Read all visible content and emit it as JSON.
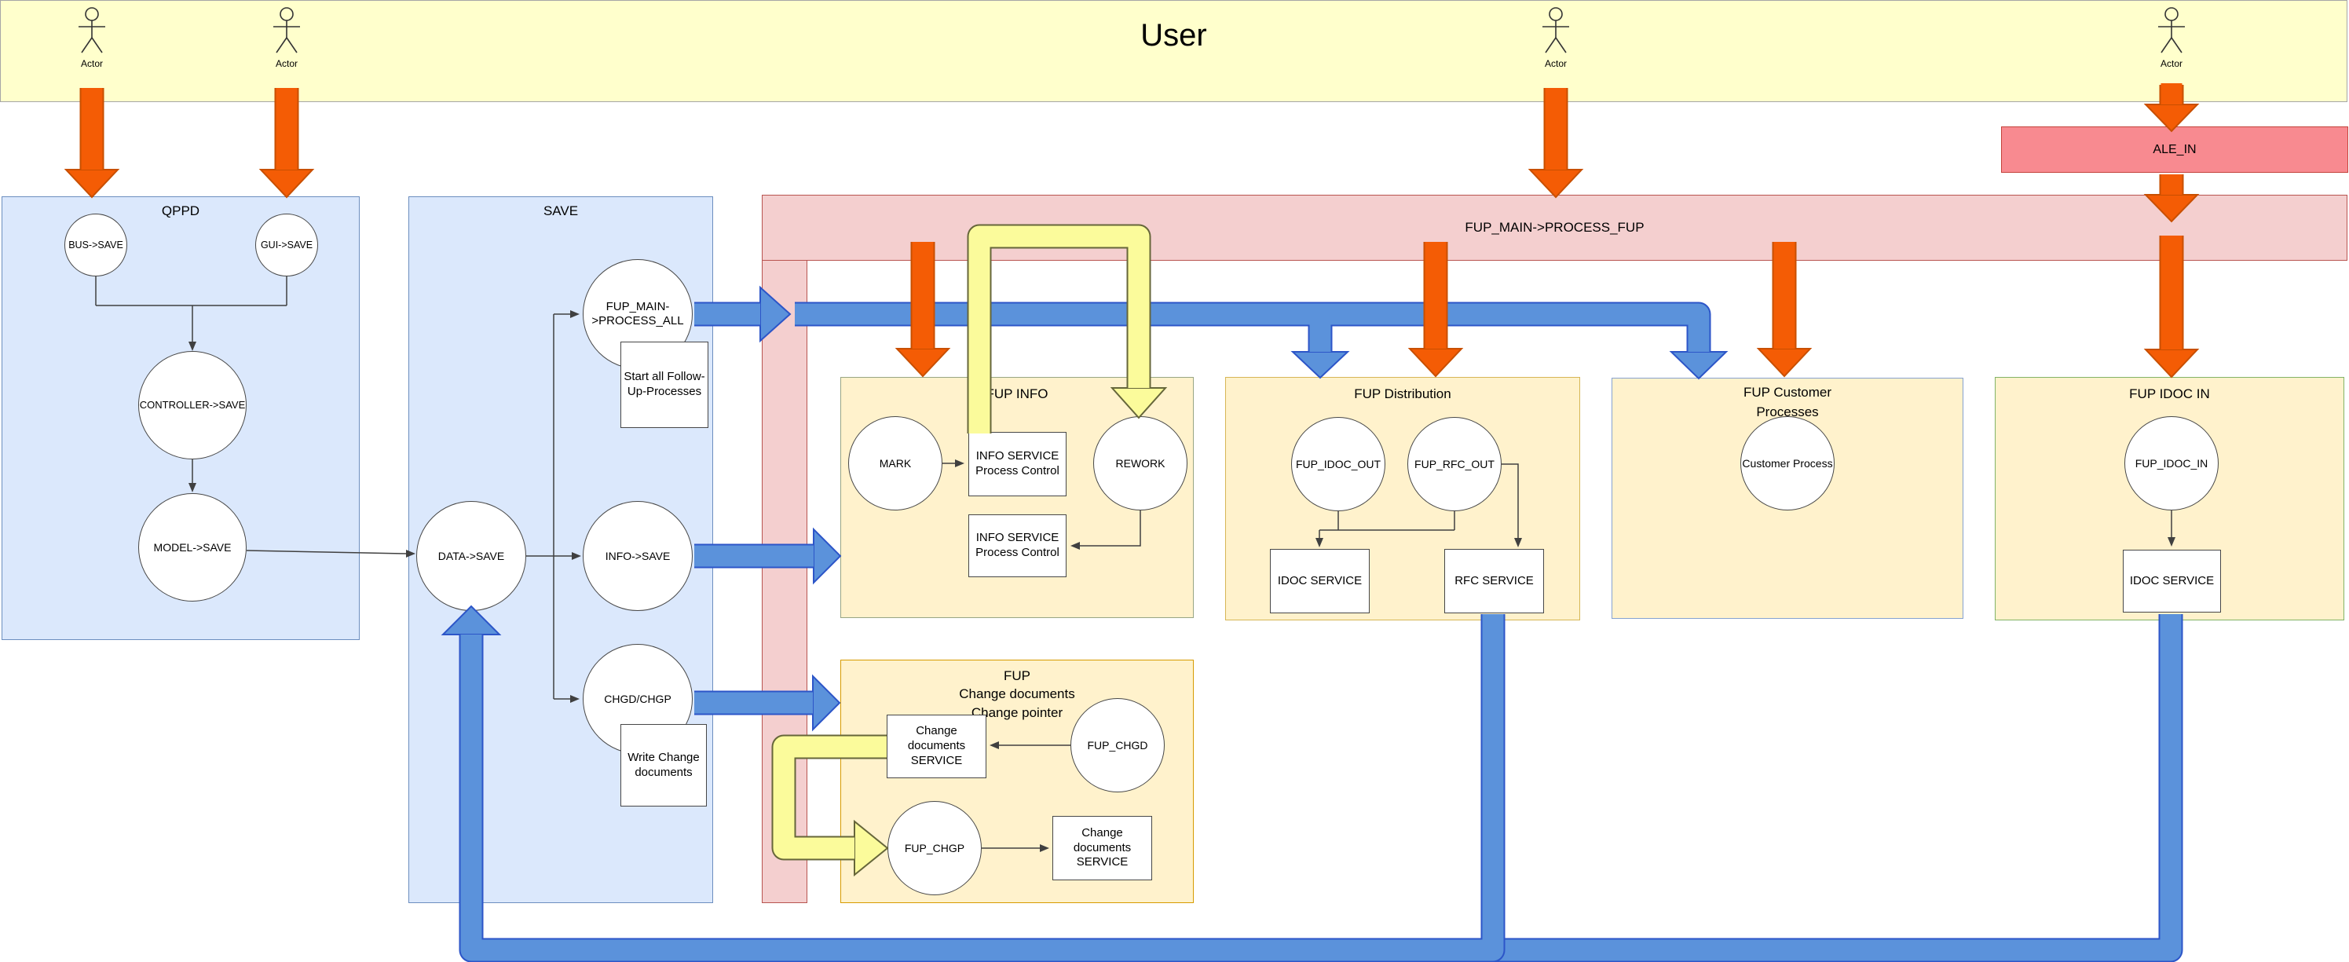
{
  "user_lane": {
    "title": "User",
    "actors": [
      "Actor",
      "Actor",
      "Actor",
      "Actor"
    ]
  },
  "ale_in": {
    "label": "ALE_IN"
  },
  "fup_main_band": {
    "label": "FUP_MAIN->PROCESS_FUP"
  },
  "qppd": {
    "title": "QPPD",
    "bus_save": "BUS->SAVE",
    "gui_save": "GUI->SAVE",
    "controller_save": "CONTROLLER->SAVE",
    "model_save": "MODEL->SAVE"
  },
  "save": {
    "title": "SAVE",
    "process_all_line1": "FUP_MAIN-",
    "process_all_line2": ">PROCESS_ALL",
    "start_note": "Start all Follow-Up-Processes",
    "data_save": "DATA->SAVE",
    "info_save": "INFO->SAVE",
    "chgd_chgp": "CHGD/CHGP",
    "write_note": "Write Change documents"
  },
  "fup_info": {
    "title": "FUP INFO",
    "mark": "MARK",
    "rework": "REWORK",
    "service_top": "INFO SERVICE Process Control",
    "service_bottom": "INFO SERVICE Process Control"
  },
  "fup_distribution": {
    "title": "FUP Distribution",
    "fup_idoc_out": "FUP_IDOC_OUT",
    "fup_rfc_out": "FUP_RFC_OUT",
    "idoc_service": "IDOC SERVICE",
    "rfc_service": "RFC SERVICE"
  },
  "fup_customer": {
    "title": "FUP Customer Processes",
    "customer_process": "Customer Process"
  },
  "fup_idoc_in": {
    "title": "FUP IDOC IN",
    "fup_idoc_in": "FUP_IDOC_IN",
    "idoc_service": "IDOC SERVICE"
  },
  "fup_change": {
    "title_line1": "FUP",
    "title_line2": "Change documents",
    "title_line3": "Change pointer",
    "service_left": "Change documents SERVICE",
    "fup_chgd": "FUP_CHGD",
    "fup_chgp": "FUP_CHGP",
    "service_right": "Change documents SERVICE"
  },
  "colors": {
    "lane_yellow": "#FFFFCC",
    "box_blue": "#DBE8FC",
    "box_cream": "#FFF2CC",
    "band_pink": "#F4CFCF",
    "ale_pink": "#F88A90",
    "orange_arrow": "#F45C05",
    "blue_arrow": "#5B92DB",
    "yellow_arrow": "#FBFB9B"
  }
}
